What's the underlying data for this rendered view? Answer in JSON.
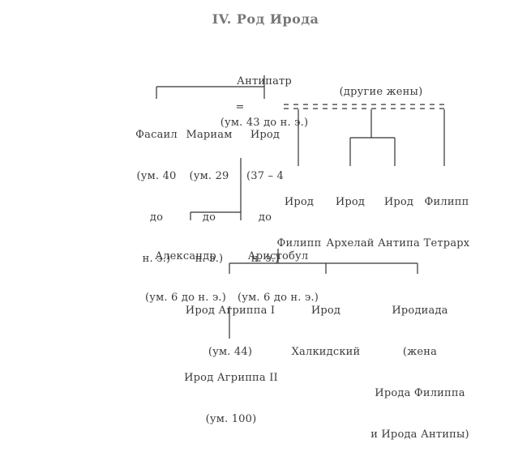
{
  "title": "IV. Род Ирода",
  "nodes": {
    "antipater": {
      "name": "Антипатр",
      "note": "(ум. 43 до н. э.)"
    },
    "phasael": {
      "lines": [
        "Фасаил",
        "(ум. 40",
        "до",
        "н. э.)"
      ]
    },
    "mariamne": {
      "lines": [
        "Мариам",
        "(ум. 29",
        "до",
        "н. э.)"
      ]
    },
    "marriage_sign": "=",
    "herod": {
      "lines": [
        "Ирод",
        "(37 – 4",
        "до",
        "н. э.)"
      ]
    },
    "other_wives": "(другие жены)",
    "herod_philip": {
      "lines": [
        "Ирод",
        "Филипп"
      ]
    },
    "herod_archelaus": {
      "lines": [
        "Ирод",
        "Архелай"
      ]
    },
    "herod_antipas": {
      "lines": [
        "Ирод",
        "Антипа"
      ]
    },
    "philip_tetrarch": {
      "lines": [
        "Филипп",
        "Тетрарх"
      ]
    },
    "alexander": {
      "lines": [
        "Александр",
        "(ум. 6 до н. э.)"
      ]
    },
    "aristobulus": {
      "lines": [
        "Аристобул",
        "(ум. 6 до н. э.)"
      ]
    },
    "agrippa1": {
      "lines": [
        "Ирод Агриппа I",
        "(ум. 44)"
      ]
    },
    "herod_chalcis": {
      "lines": [
        "Ирод",
        "Халкидский"
      ]
    },
    "herodias": {
      "lines": [
        "Иродиада",
        "(жена",
        "Ирода Филиппа",
        "и Ирода Антипы)"
      ]
    },
    "agrippa2": {
      "lines": [
        "Ирод Агриппа II",
        "(ум. 100)"
      ]
    }
  }
}
